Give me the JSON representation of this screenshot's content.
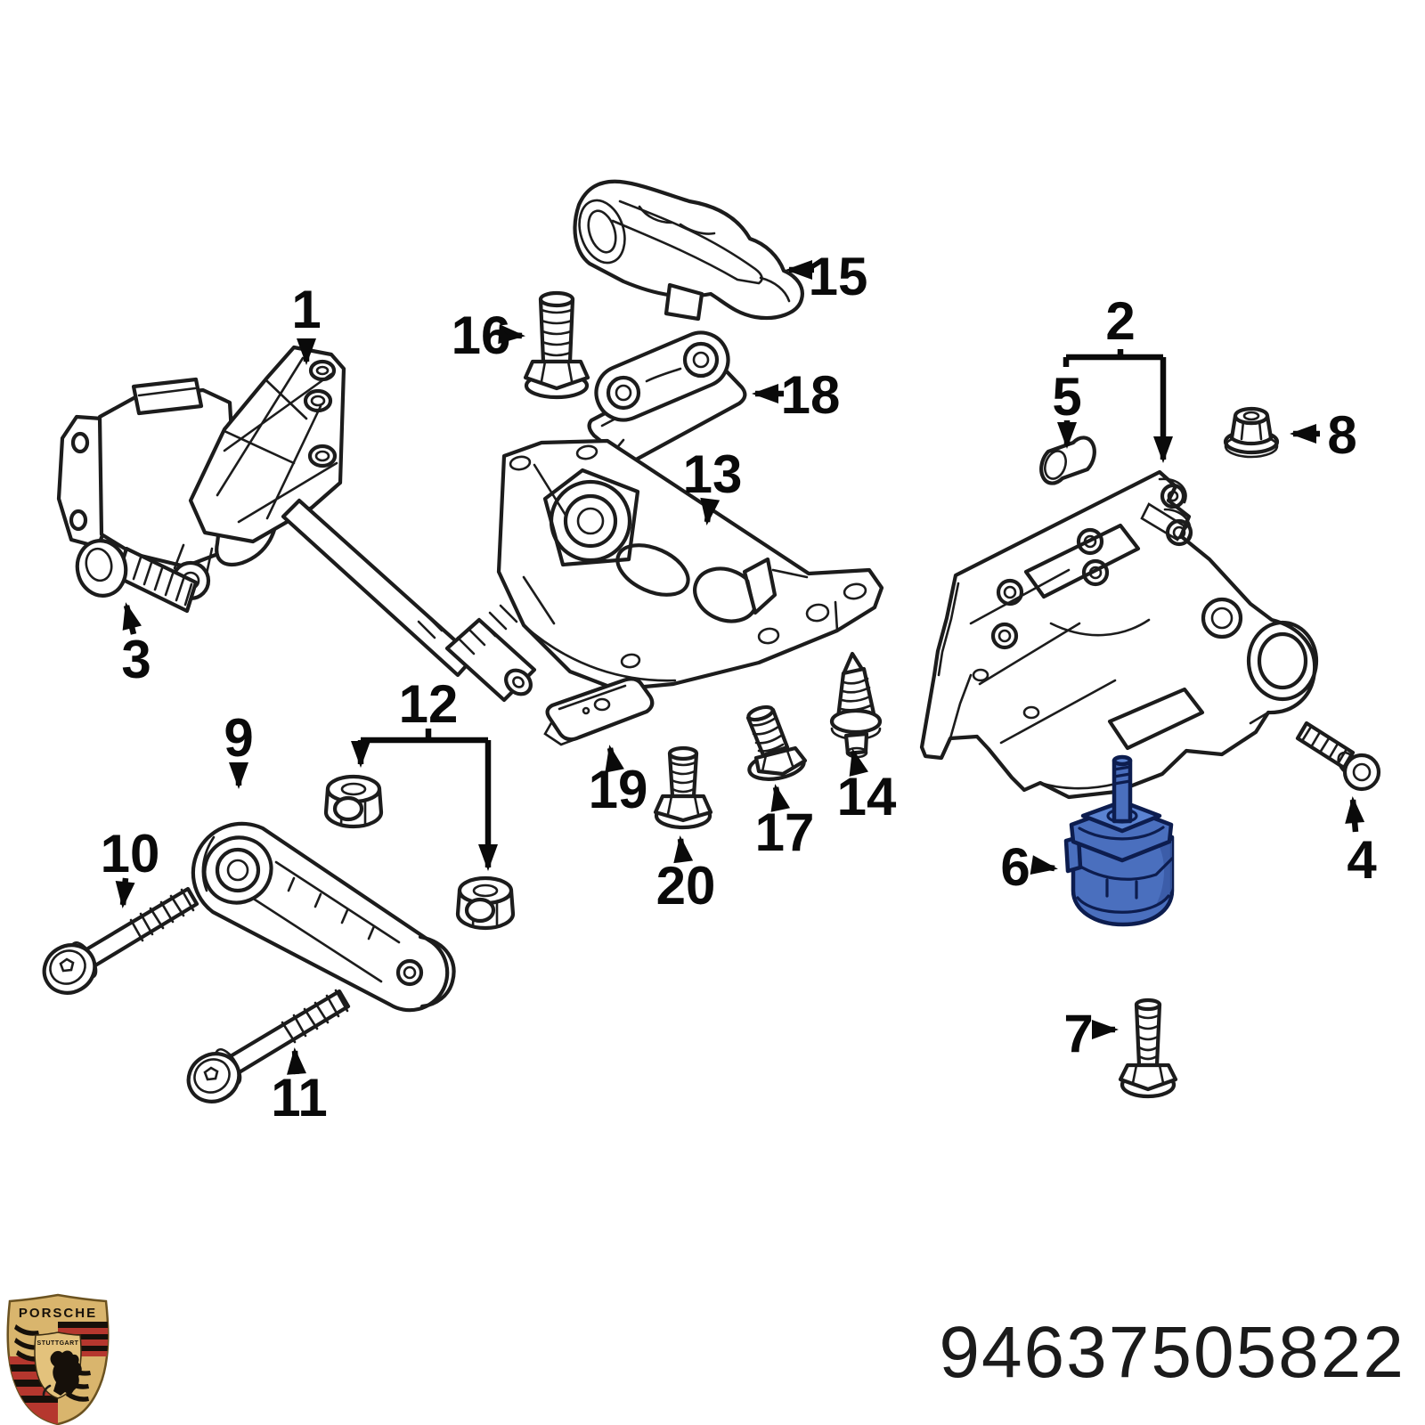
{
  "diagram": {
    "type": "exploded-parts-diagram",
    "brand_logo": {
      "brand": "PORSCHE",
      "city": "STUTTGART"
    },
    "part_number": "94637505822",
    "highlighted_callout": "6",
    "colors": {
      "background": "#ffffff",
      "line": "#1c1c1c",
      "highlight_fill": "#4a6fbe",
      "highlight_outline": "#0d1d4f",
      "logo_gold": "#d9b56d",
      "logo_red": "#b5372e",
      "logo_black": "#16100a"
    },
    "callouts": [
      {
        "label": "1"
      },
      {
        "label": "2"
      },
      {
        "label": "3"
      },
      {
        "label": "4"
      },
      {
        "label": "5"
      },
      {
        "label": "6"
      },
      {
        "label": "7"
      },
      {
        "label": "8"
      },
      {
        "label": "9"
      },
      {
        "label": "10"
      },
      {
        "label": "11"
      },
      {
        "label": "12"
      },
      {
        "label": "13"
      },
      {
        "label": "14"
      },
      {
        "label": "15"
      },
      {
        "label": "16"
      },
      {
        "label": "17"
      },
      {
        "label": "18"
      },
      {
        "label": "19"
      },
      {
        "label": "20"
      }
    ]
  }
}
